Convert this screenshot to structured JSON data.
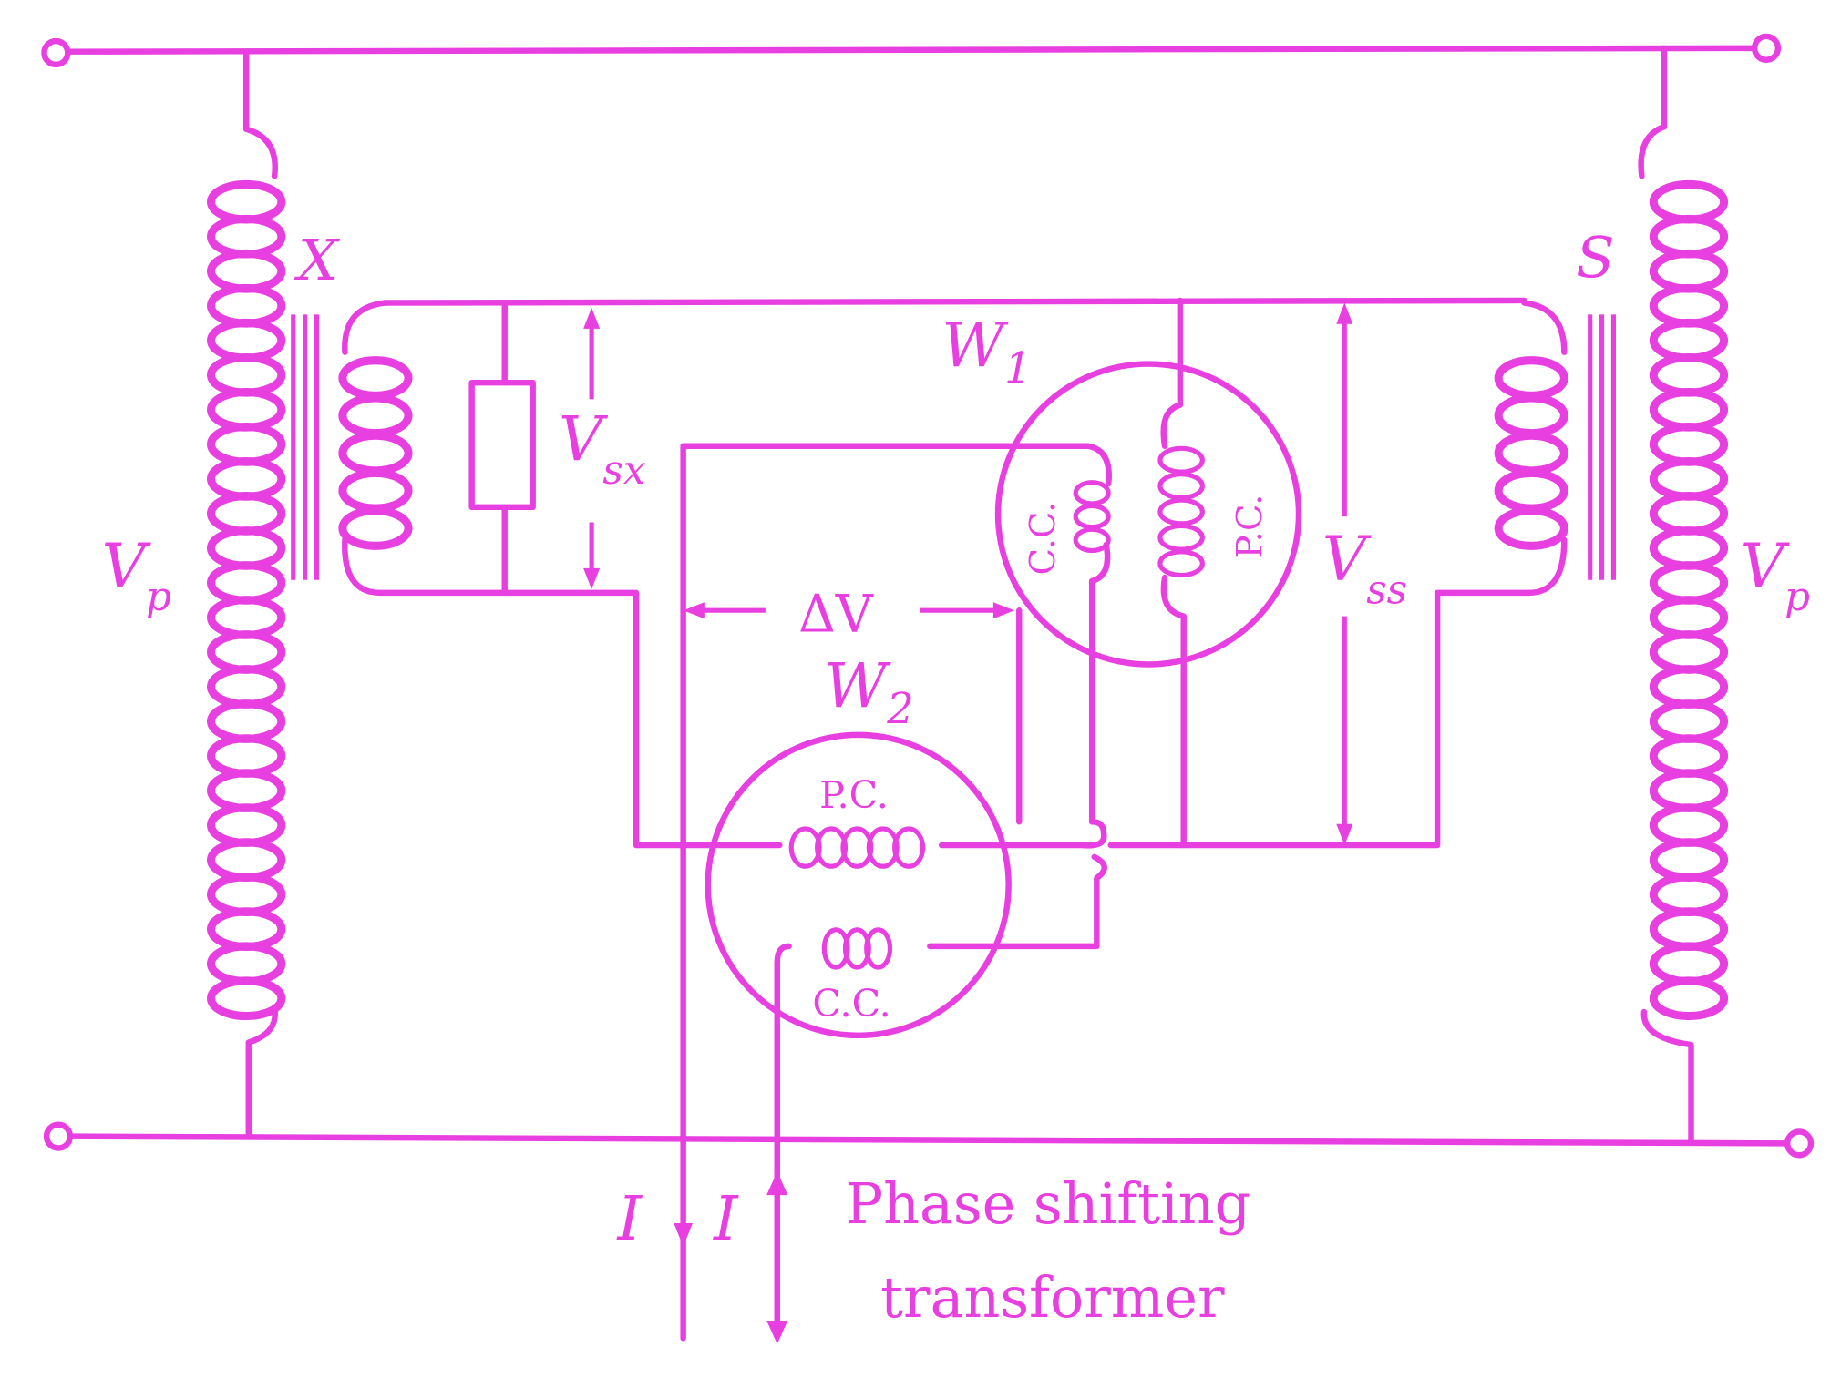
{
  "diagram": {
    "labels": {
      "vp_left": {
        "main": "V",
        "sub": "p"
      },
      "vp_right": {
        "main": "V",
        "sub": "p"
      },
      "x": "X",
      "s": "S",
      "w1": {
        "main": "W",
        "sub": "1"
      },
      "w2": {
        "main": "W",
        "sub": "2"
      },
      "vsx": {
        "main": "V",
        "sub": "sx"
      },
      "vss": {
        "main": "V",
        "sub": "ss"
      },
      "delta_v": "ΔV",
      "w1_cc": "C.C.",
      "w1_pc": "P.C.",
      "w2_pc": "P.C.",
      "w2_cc": "C.C.",
      "i_left": "I",
      "i_right": "I",
      "caption_line1": "Phase shifting",
      "caption_line2": "transformer"
    },
    "colors": {
      "ink": "#e83fe0",
      "background": "#ffffff"
    }
  }
}
